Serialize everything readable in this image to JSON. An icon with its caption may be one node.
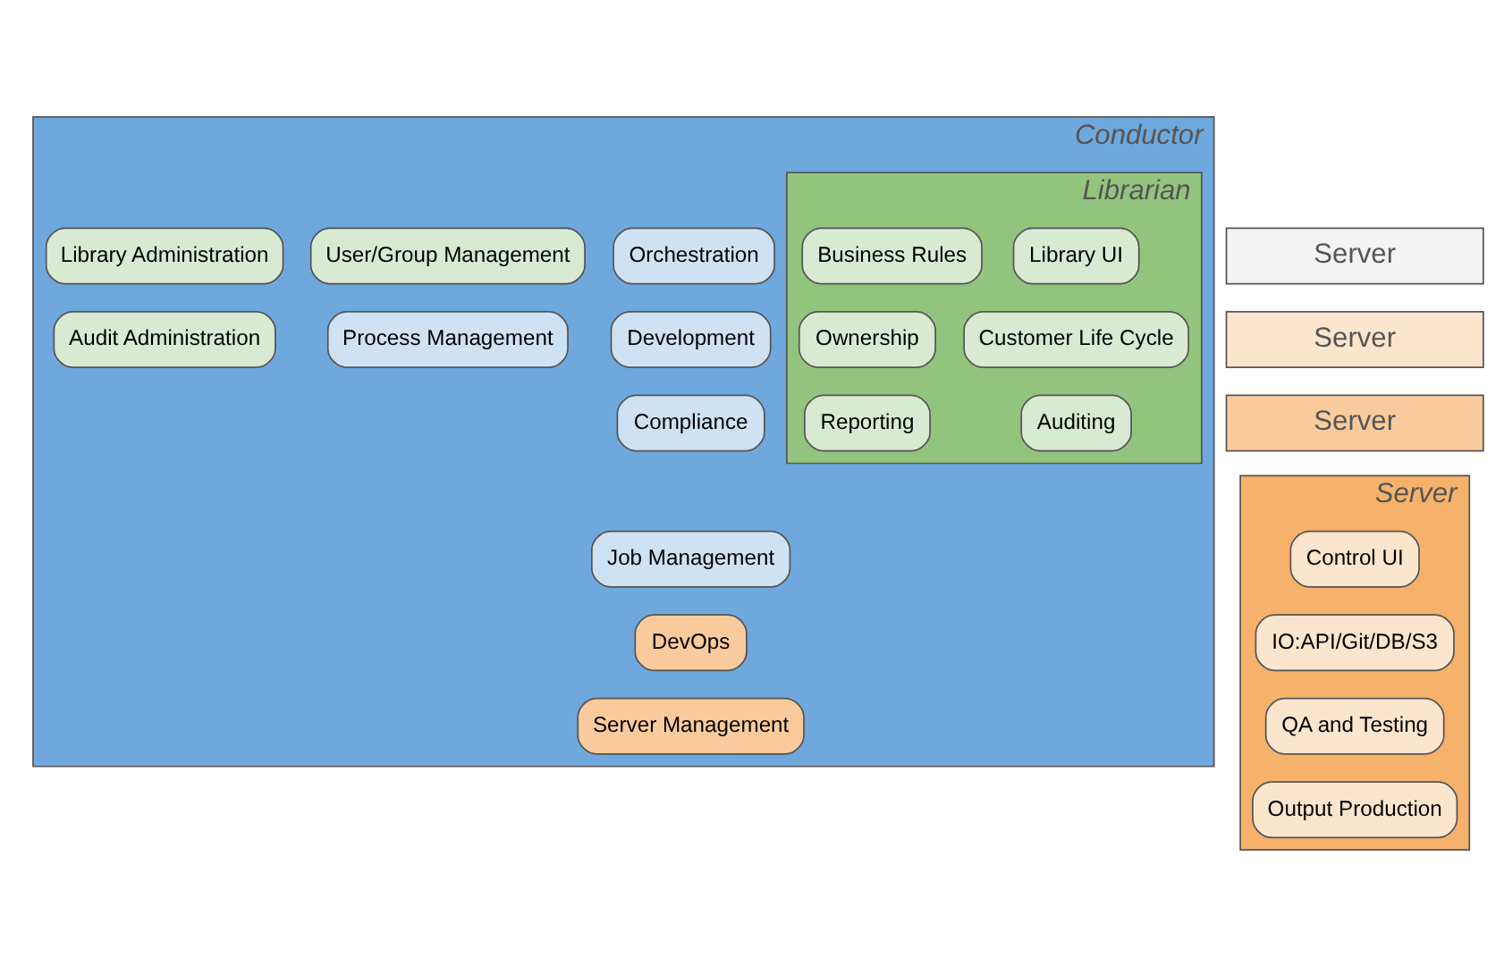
{
  "diagram": {
    "nodes": [
      {
        "text": [
          "Conductor"
        ]
      },
      {
        "text": [
          "Librarian"
        ],
        "in": 0
      },
      {
        "text": [
          "Library UI"
        ],
        "in": 1
      },
      {
        "text": [
          "Business Rules"
        ],
        "in": 1
      },
      {
        "text": [
          "Customer Life Cycle"
        ],
        "in": 1
      },
      {
        "text": [
          "Ownership"
        ],
        "in": 1
      },
      {
        "text": [
          "Auditing"
        ],
        "in": 1
      },
      {
        "text": [
          "Reporting"
        ],
        "in": 1
      },
      {
        "text": [
          "Orchestration"
        ],
        "in": 0
      },
      {
        "text": [
          "Development"
        ],
        "in": 0
      },
      {
        "text": [
          "Compliance"
        ],
        "in": 0
      },
      {
        "text": [
          "Job Management"
        ],
        "in": 0
      },
      {
        "text": [
          "User/Group Management"
        ],
        "in": 0
      },
      {
        "text": [
          "Library Administration"
        ],
        "in": 0
      },
      {
        "text": [
          "DevOps"
        ],
        "in": 0
      },
      {
        "text": [
          "Process Management"
        ],
        "in": 0
      },
      {
        "text": [
          "Audit Administration"
        ],
        "in": 0
      },
      {
        "text": [
          "Server Management"
        ],
        "in": 0
      },
      {
        "text": [
          "Server"
        ]
      },
      {
        "text": [
          "Server"
        ]
      },
      {
        "text": [
          "Server"
        ]
      },
      {
        "text": [
          "Server"
        ]
      },
      {
        "text": [
          "Control UI"
        ],
        "in": 21
      },
      {
        "text": [
          "IO:API/Git/DB/S3"
        ],
        "in": 21
      },
      {
        "text": [
          "QA and Testing"
        ],
        "in": 21
      },
      {
        "text": [
          "Output Production"
        ],
        "in": 21
      }
    ]
  }
}
